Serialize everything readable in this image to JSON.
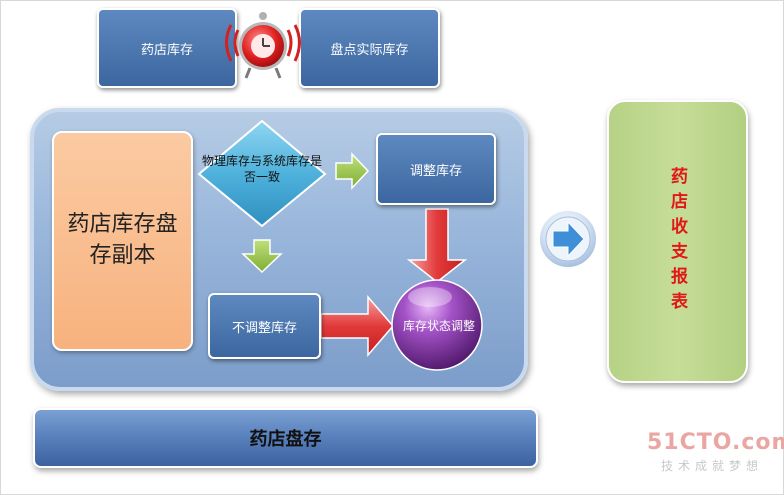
{
  "top": {
    "pharmacy_inventory": "药店库存",
    "actual_inventory": "盘点实际库存"
  },
  "process": {
    "copy_label": "药店库存盘存副本",
    "decision_label": "物理库存与系统库存是否一致",
    "adjust_label": "调整库存",
    "no_adjust_label": "不调整库存",
    "status_adjust_label": "库存状态调整"
  },
  "report": {
    "label": "药店收支报表"
  },
  "bottom": {
    "label": "药店盘存"
  },
  "watermark": {
    "brand": "51CTO.com",
    "slogan": "技术成就梦想"
  },
  "icons": [
    "alarm-clock-icon",
    "right-arrow-icon",
    "down-arrow-icon",
    "orb-arrow-icon"
  ],
  "colors": {
    "dark_box": "#4a75ad",
    "container": "#9bb8dc",
    "copy_box": "#f9be8e",
    "decision": "#4fb2dc",
    "report": "#bdd88e",
    "report_text": "#e01818",
    "red_arrow": "#e23a3a",
    "green_arrow": "#8dbb3c",
    "sphere": "#7a2d9c"
  }
}
